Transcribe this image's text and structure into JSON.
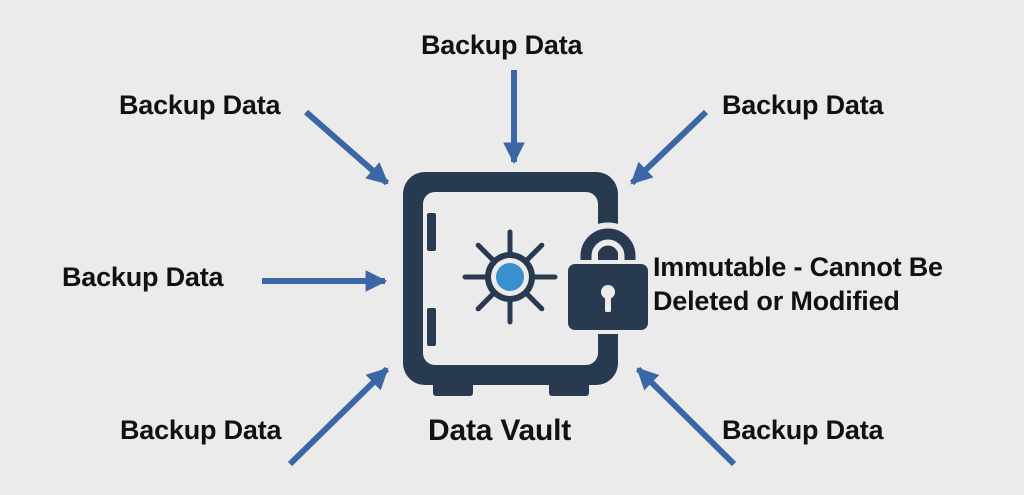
{
  "diagram": {
    "title": "Data Vault",
    "inputs": [
      {
        "id": "top",
        "label": "Backup Data"
      },
      {
        "id": "top-left",
        "label": "Backup Data"
      },
      {
        "id": "top-right",
        "label": "Backup Data"
      },
      {
        "id": "middle-left",
        "label": "Backup Data"
      },
      {
        "id": "bottom-left",
        "label": "Backup Data"
      },
      {
        "id": "bottom-right",
        "label": "Backup Data"
      }
    ],
    "lock_caption_line1": "Immutable - Cannot Be",
    "lock_caption_line2": "Deleted or Modified",
    "icons": [
      "vault-icon",
      "dial-icon",
      "padlock-icon",
      "arrow-icon"
    ],
    "colors": {
      "background": "#ebebeb",
      "vault": "#283a50",
      "arrow": "#3b67a6",
      "dial_center": "#3a8fd0",
      "text": "#111111"
    }
  }
}
